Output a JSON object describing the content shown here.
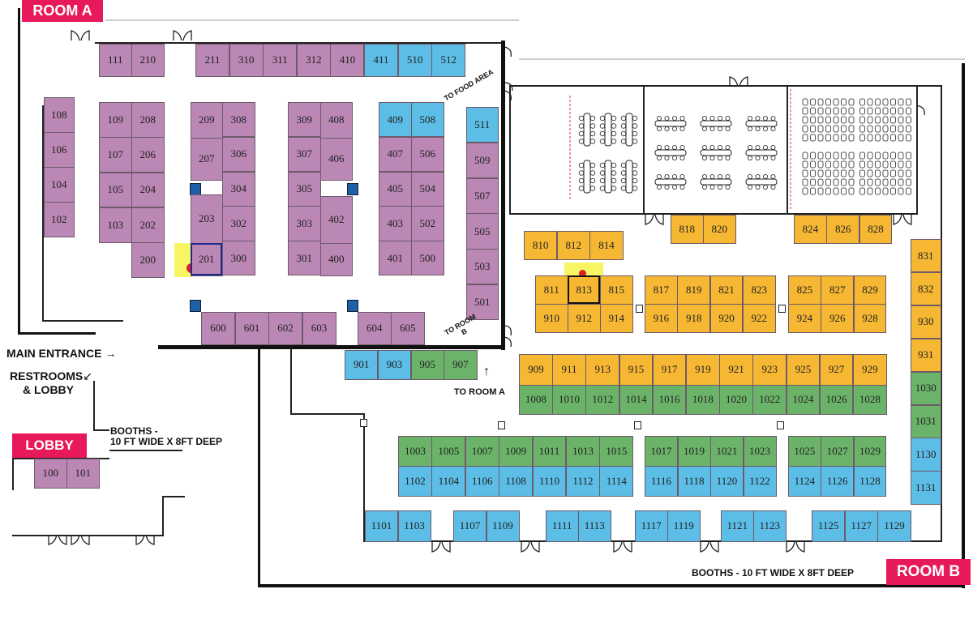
{
  "labels": {
    "room_a": "ROOM A",
    "room_b": "ROOM B",
    "lobby": "LOBBY",
    "to_food_area": "TO FOOD AREA",
    "to_room_b": "TO ROOM B",
    "to_room_a": "TO ROOM A",
    "main_entrance": "MAIN ENTRANCE",
    "restrooms": "RESTROOMS",
    "and_lobby": "& LOBBY",
    "booths_note_line1": "BOOTHS -",
    "booths_note_line2": "10 FT WIDE X 8FT DEEP",
    "booths_note_room_b": "BOOTHS - 10 FT WIDE X 8FT DEEP"
  },
  "colors": {
    "purple": "#bb87b4",
    "blue": "#5cbde6",
    "green": "#6cb36a",
    "orange": "#f6b733",
    "room_label": "#e8195a",
    "pillar": "#1f5fa8",
    "highlight": "#f7f34a",
    "marker": "#d9202a"
  },
  "highlighted_booths": [
    "201",
    "813"
  ],
  "booth_rows": [
    {
      "color": "purple",
      "ids": [
        "111",
        "210"
      ]
    },
    {
      "color": "purple",
      "ids": [
        "211",
        "310",
        "311",
        "312",
        "410",
        "411",
        "510",
        "512"
      ]
    },
    {
      "color": "purple",
      "ids": [
        "108",
        "106",
        "104",
        "102"
      ]
    },
    {
      "color": "purple",
      "ids": [
        "109",
        "107",
        "105",
        "103"
      ]
    },
    {
      "color": "purple",
      "ids": [
        "208",
        "206",
        "204",
        "202",
        "200"
      ]
    },
    {
      "color": "purple",
      "ids": [
        "209",
        "207",
        "203",
        "201"
      ]
    },
    {
      "color": "purple",
      "ids": [
        "308",
        "306",
        "304",
        "302",
        "300"
      ]
    },
    {
      "color": "purple",
      "ids": [
        "309",
        "307",
        "305",
        "303",
        "301"
      ]
    },
    {
      "color": "purple",
      "ids": [
        "408",
        "406",
        "402",
        "400"
      ]
    },
    {
      "color": "purple",
      "ids": [
        "409",
        "407",
        "405",
        "403",
        "401"
      ]
    },
    {
      "color": "purple",
      "ids": [
        "508",
        "506",
        "504",
        "502",
        "500"
      ]
    },
    {
      "color": "purple",
      "ids": [
        "511",
        "509",
        "507",
        "505",
        "503",
        "501"
      ]
    },
    {
      "color": "purple",
      "ids": [
        "600",
        "601",
        "602",
        "603"
      ]
    },
    {
      "color": "purple",
      "ids": [
        "604",
        "605"
      ]
    },
    {
      "color": "blue",
      "ids": [
        "901",
        "903",
        "905",
        "907"
      ]
    },
    {
      "color": "orange",
      "ids": [
        "810",
        "812",
        "814"
      ]
    },
    {
      "color": "orange",
      "ids": [
        "818",
        "820"
      ]
    },
    {
      "color": "orange",
      "ids": [
        "824",
        "826",
        "828"
      ]
    },
    {
      "color": "orange",
      "ids": [
        "811",
        "813",
        "815"
      ]
    },
    {
      "color": "orange",
      "ids": [
        "817",
        "819",
        "821",
        "823"
      ]
    },
    {
      "color": "orange",
      "ids": [
        "825",
        "827",
        "829"
      ]
    },
    {
      "color": "orange",
      "ids": [
        "910",
        "912",
        "914"
      ]
    },
    {
      "color": "orange",
      "ids": [
        "916",
        "918",
        "920",
        "922"
      ]
    },
    {
      "color": "orange",
      "ids": [
        "924",
        "926",
        "928"
      ]
    },
    {
      "color": "orange",
      "ids": [
        "909",
        "911",
        "913",
        "915",
        "917",
        "919",
        "921",
        "923",
        "925",
        "927",
        "929"
      ]
    },
    {
      "color": "green",
      "ids": [
        "1008",
        "1010",
        "1012",
        "1014",
        "1016",
        "1018",
        "1020",
        "1022",
        "1024",
        "1026",
        "1028"
      ]
    },
    {
      "color": "orange",
      "ids": [
        "831",
        "832",
        "930",
        "931",
        "1030",
        "1031",
        "1130",
        "1131"
      ]
    },
    {
      "color": "green",
      "ids": [
        "1003",
        "1005",
        "1007",
        "1009",
        "1011",
        "1013",
        "1015"
      ]
    },
    {
      "color": "green",
      "ids": [
        "1017",
        "1019",
        "1021",
        "1023"
      ]
    },
    {
      "color": "green",
      "ids": [
        "1025",
        "1027",
        "1029"
      ]
    },
    {
      "color": "blue",
      "ids": [
        "1102",
        "1104",
        "1106",
        "1108",
        "1110",
        "1112",
        "1114"
      ]
    },
    {
      "color": "blue",
      "ids": [
        "1116",
        "1118",
        "1120",
        "1122"
      ]
    },
    {
      "color": "blue",
      "ids": [
        "1124",
        "1126",
        "1128"
      ]
    },
    {
      "color": "blue",
      "ids": [
        "1101",
        "1103"
      ]
    },
    {
      "color": "blue",
      "ids": [
        "1107",
        "1109"
      ]
    },
    {
      "color": "blue",
      "ids": [
        "1111",
        "1113"
      ]
    },
    {
      "color": "blue",
      "ids": [
        "1117",
        "1119"
      ]
    },
    {
      "color": "blue",
      "ids": [
        "1121",
        "1123"
      ]
    },
    {
      "color": "blue",
      "ids": [
        "1125",
        "1127",
        "1129"
      ]
    },
    {
      "color": "purple",
      "ids": [
        "100",
        "101"
      ]
    }
  ],
  "color_overrides": {
    "411": "blue",
    "510": "blue",
    "512": "blue",
    "409": "blue",
    "508": "blue",
    "511": "blue",
    "905": "green",
    "907": "green",
    "1030": "green",
    "1031": "green",
    "1130": "blue",
    "1131": "blue"
  }
}
